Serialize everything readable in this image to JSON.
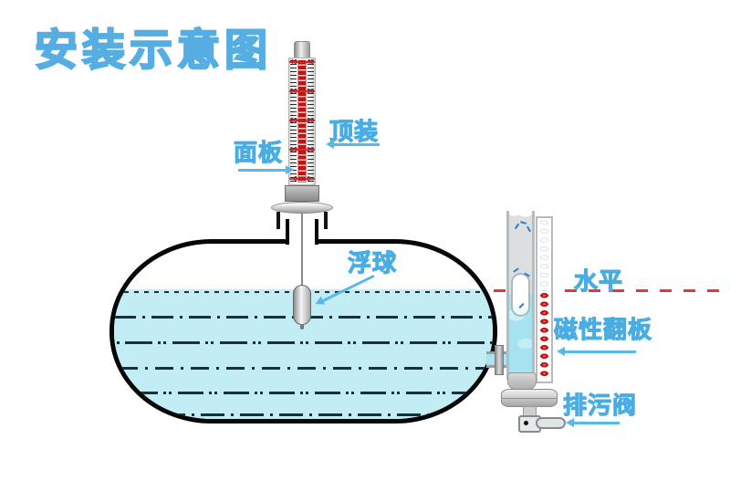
{
  "title": "安装示意图",
  "labels": {
    "panel": "面板",
    "top_mount": "顶装",
    "float_ball": "浮球",
    "level": "水平",
    "magnetic_flap": "磁性翻板",
    "drain_valve": "排污阀"
  },
  "gauge_scale": {
    "values": [
      "40",
      "30",
      "20",
      "10",
      "0"
    ]
  },
  "colors": {
    "title_blue": "#55ADE2",
    "label_blue": "#49ADE4",
    "liquid_cyan": "#C3EDF4",
    "flap_red": "#C41212",
    "level_line_red": "#E23A2C"
  }
}
